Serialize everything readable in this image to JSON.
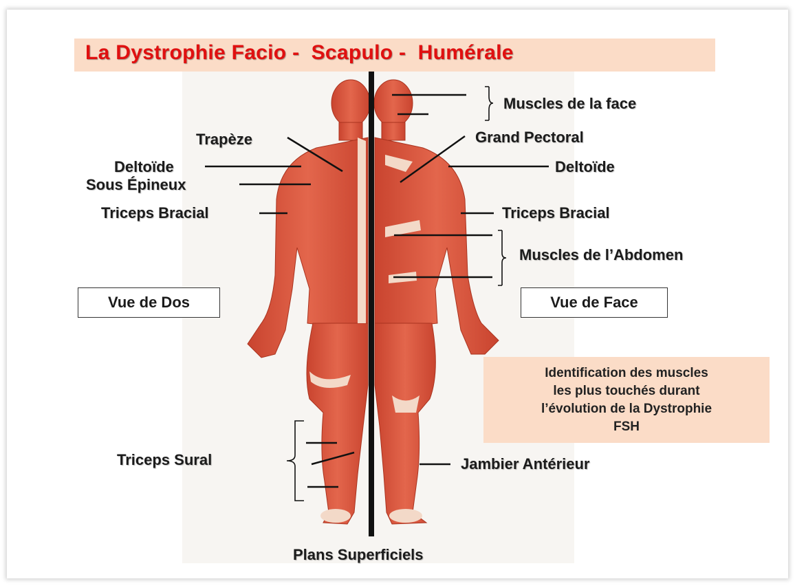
{
  "title": "La Dystrophie Facio -  Scapulo -  Humérale",
  "labels": {
    "trapeze": "Trapèze",
    "deltoide_back": "Deltoïde",
    "sous_epineux": "Sous Épineux",
    "triceps_bracial_back": "Triceps Bracial",
    "triceps_sural": "Triceps Sural",
    "muscles_face": "Muscles  de la face",
    "grand_pectoral": "Grand Pectoral",
    "deltoide_front": "Deltoïde",
    "triceps_bracial_front": "Triceps Bracial",
    "muscles_abdomen": "Muscles de l’Abdomen",
    "jambier_anterieur": "Jambier Antérieur"
  },
  "views": {
    "back": "Vue de Dos",
    "front": "Vue de Face"
  },
  "caption": "Plans Superficiels",
  "info_lines": [
    "Identification des muscles",
    "les plus touchés durant",
    "l’évolution de la Dystrophie",
    "FSH"
  ],
  "colors": {
    "title_red": "#e01010",
    "title_bg": "#fbdcc7",
    "muscle": "#d9543c",
    "muscle_dark": "#b83a26",
    "tendon": "#f3d9c8"
  }
}
